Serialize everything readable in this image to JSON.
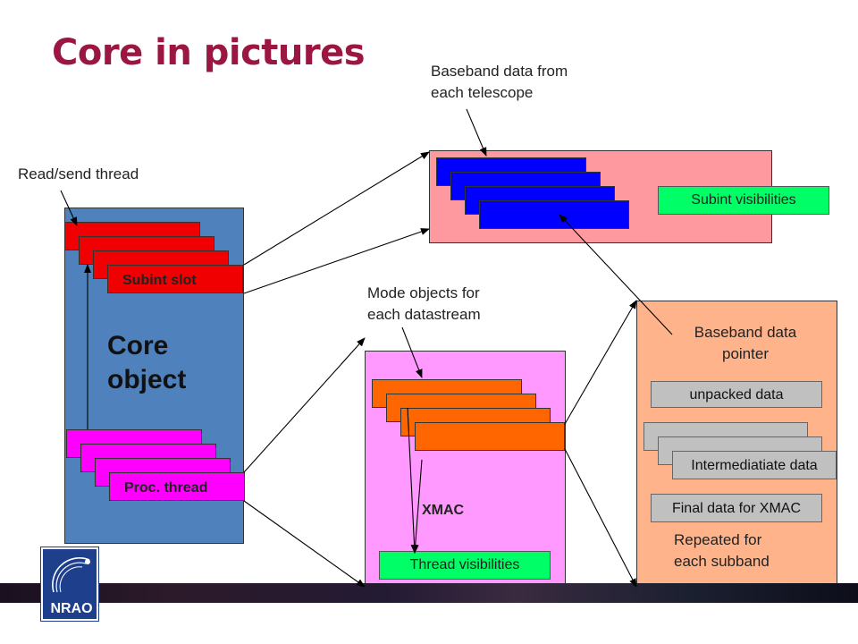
{
  "title": "Core in pictures",
  "labels": {
    "read_send_thread": "Read/send thread",
    "baseband_from_1": "Baseband data from",
    "baseband_from_2": "each telescope",
    "mode_objects_1": "Mode objects for",
    "mode_objects_2": "each datastream",
    "baseband_pointer_1": "Baseband data",
    "baseband_pointer_2": "pointer",
    "repeated_1": "Repeated for",
    "repeated_2": "each subband",
    "xmac": "XMAC"
  },
  "core": {
    "subint_slot": "Subint slot",
    "core_object_1": "Core",
    "core_object_2": "object",
    "proc_thread": "Proc. thread"
  },
  "boxes": {
    "subint_visibilities": "Subint visibilities",
    "thread_visibilities": "Thread visibilities",
    "unpacked_data": "unpacked data",
    "intermediate_data": "Intermediatiate data",
    "final_data": "Final data for XMAC"
  },
  "logo": {
    "text": "NRAO"
  },
  "colors": {
    "title": "#9b1640",
    "core_object": "#4f81bd",
    "baseband_panel": "#ff99a0",
    "mode_panel": "#ff99ff",
    "mode_inner_panel": "#ffb38a",
    "subint_slot": "#f00000",
    "proc_thread": "#ff00ff",
    "baseband_stack": "#0000ff",
    "mode_stack": "#ff6600",
    "visibility": "#00ff66",
    "data_box": "#c0c0c0"
  }
}
